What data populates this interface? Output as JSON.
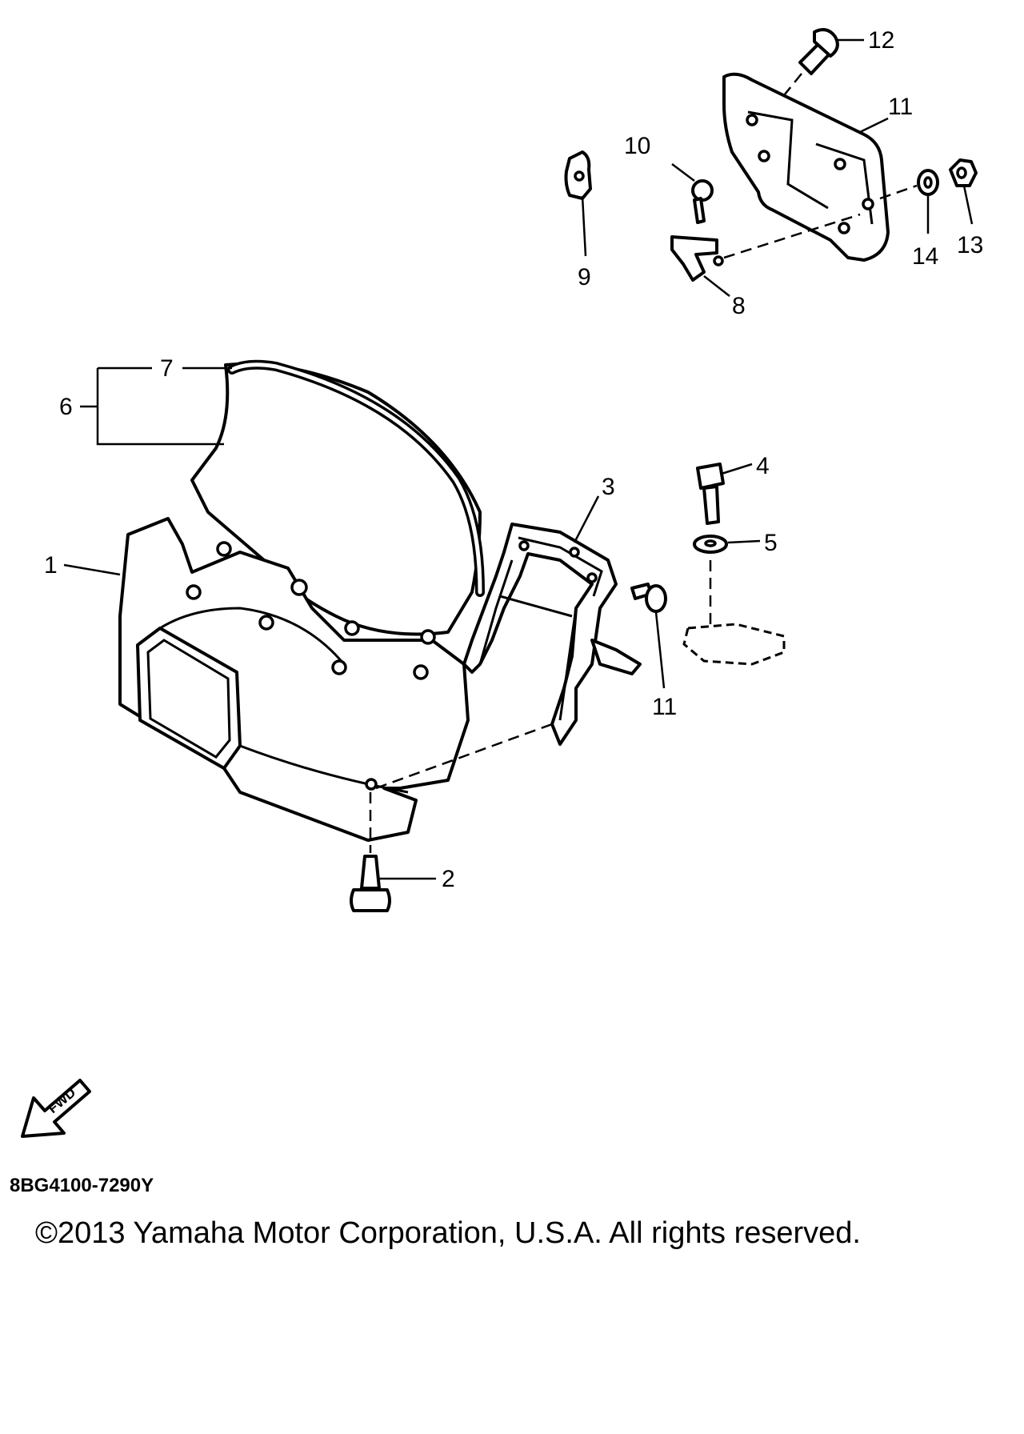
{
  "diagram": {
    "callouts": [
      {
        "id": "c12",
        "label": "12"
      },
      {
        "id": "c11a",
        "label": "11"
      },
      {
        "id": "c10",
        "label": "10"
      },
      {
        "id": "c9",
        "label": "9"
      },
      {
        "id": "c14",
        "label": "14"
      },
      {
        "id": "c13",
        "label": "13"
      },
      {
        "id": "c8",
        "label": "8"
      },
      {
        "id": "c7",
        "label": "7"
      },
      {
        "id": "c6",
        "label": "6"
      },
      {
        "id": "c3",
        "label": "3"
      },
      {
        "id": "c4",
        "label": "4"
      },
      {
        "id": "c5",
        "label": "5"
      },
      {
        "id": "c1",
        "label": "1"
      },
      {
        "id": "c11b",
        "label": "11"
      },
      {
        "id": "c2",
        "label": "2"
      }
    ],
    "fwd_label": "FWD",
    "diagram_code": "8BG4100-7290Y",
    "copyright": "©2013 Yamaha Motor Corporation, U.S.A. All rights reserved."
  }
}
